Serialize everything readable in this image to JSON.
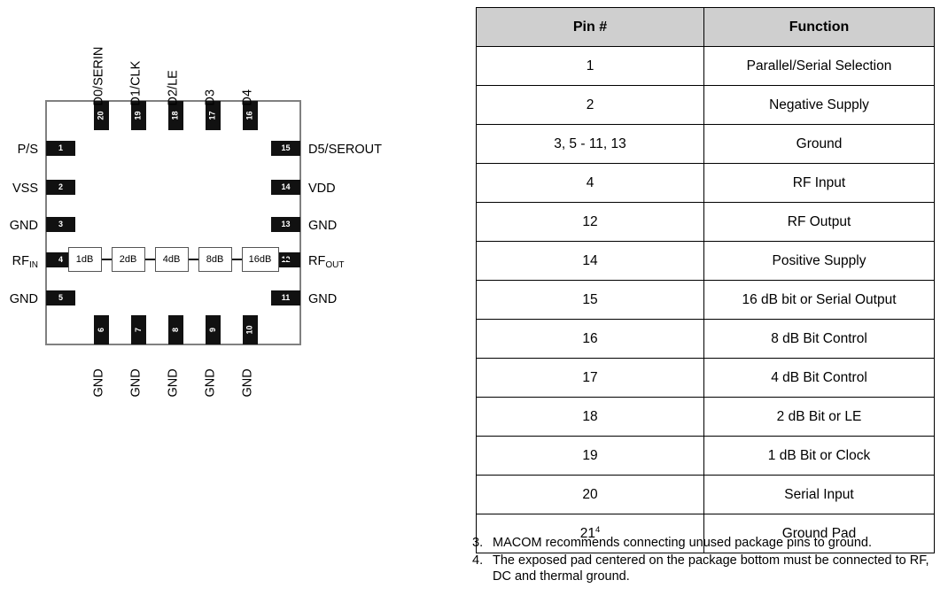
{
  "diagram": {
    "name": "package-pinout",
    "top_pins": [
      {
        "num": "20",
        "label": "D0/SERIN"
      },
      {
        "num": "19",
        "label": "D1/CLK"
      },
      {
        "num": "18",
        "label": "D2/LE"
      },
      {
        "num": "17",
        "label": "D3"
      },
      {
        "num": "16",
        "label": "D4"
      }
    ],
    "left_pins": [
      {
        "num": "1",
        "label": "P/S"
      },
      {
        "num": "2",
        "label": "VSS"
      },
      {
        "num": "3",
        "label": "GND"
      },
      {
        "num": "4",
        "label": "RF",
        "sub": "IN"
      },
      {
        "num": "5",
        "label": "GND"
      }
    ],
    "right_pins": [
      {
        "num": "15",
        "label": "D5/SEROUT"
      },
      {
        "num": "14",
        "label": "VDD"
      },
      {
        "num": "13",
        "label": "GND"
      },
      {
        "num": "12",
        "label": "RF",
        "sub": "OUT"
      },
      {
        "num": "11",
        "label": "GND"
      }
    ],
    "bottom_pins": [
      {
        "num": "6",
        "label": "GND"
      },
      {
        "num": "7",
        "label": "GND"
      },
      {
        "num": "8",
        "label": "GND"
      },
      {
        "num": "9",
        "label": "GND"
      },
      {
        "num": "10",
        "label": "GND"
      }
    ],
    "attenuator_stages": [
      "1dB",
      "2dB",
      "4dB",
      "8dB",
      "16dB"
    ]
  },
  "table": {
    "headers": [
      "Pin #",
      "Function"
    ],
    "rows": [
      {
        "pin": "1",
        "func": "Parallel/Serial Selection"
      },
      {
        "pin": "2",
        "func": "Negative Supply"
      },
      {
        "pin": "3, 5 - 11, 13",
        "func": "Ground"
      },
      {
        "pin": "4",
        "func": "RF Input"
      },
      {
        "pin": "12",
        "func": "RF Output"
      },
      {
        "pin": "14",
        "func": "Positive Supply"
      },
      {
        "pin": "15",
        "func": "16 dB bit or Serial Output"
      },
      {
        "pin": "16",
        "func": "8 dB Bit Control"
      },
      {
        "pin": "17",
        "func": "4 dB Bit Control"
      },
      {
        "pin": "18",
        "func": "2 dB Bit or LE"
      },
      {
        "pin": "19",
        "func": "1 dB Bit or Clock"
      },
      {
        "pin": "20",
        "func": "Serial Input"
      },
      {
        "pin": "21",
        "pin_sup": "4",
        "func": "Ground Pad"
      }
    ]
  },
  "footnotes": [
    {
      "num": "3.",
      "text": "MACOM recommends connecting unused package pins to ground."
    },
    {
      "num": "4.",
      "text": "The exposed pad centered on the package bottom must be connected to RF, DC and thermal ground."
    }
  ],
  "colors": {
    "pad_fill": "#111111",
    "header_gray": "#cfcfcf",
    "body_outline": "#808080"
  }
}
